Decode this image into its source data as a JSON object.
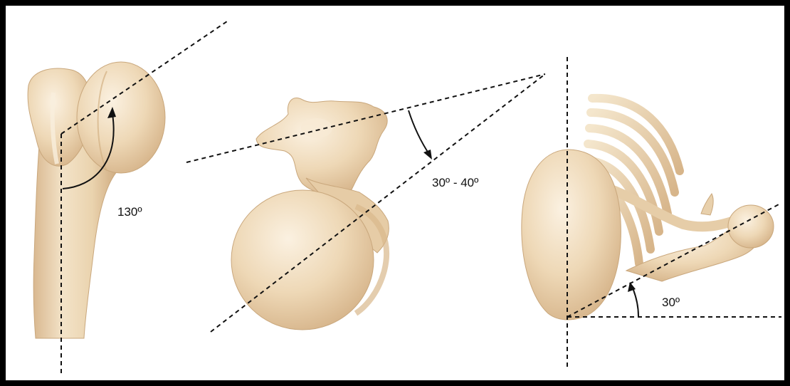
{
  "figure": {
    "panels": [
      {
        "id": "humerus",
        "angle_label": "130º"
      },
      {
        "id": "scapula-version",
        "angle_label": "30º - 40º"
      },
      {
        "id": "thorax-scapula",
        "angle_label": "30º"
      }
    ],
    "colors": {
      "bone_fill": "#eed9b9",
      "bone_shadow": "#d9b98f",
      "bone_highlight": "#f8ecd8",
      "line": "#111111",
      "border": "#000000"
    }
  }
}
